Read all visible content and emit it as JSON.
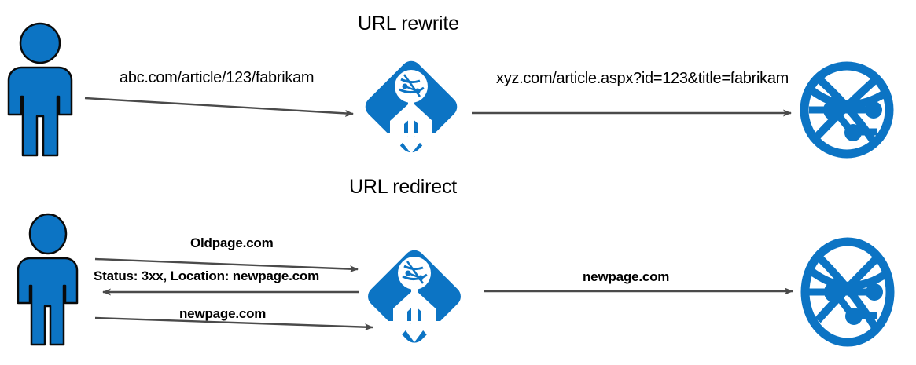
{
  "diagram": {
    "title_top": "URL rewrite",
    "title_bottom": "URL redirect",
    "accent_blue": "#0C74C4",
    "arrow_gray": "#4A4A4A",
    "outline_black": "#0A0A0A",
    "background": "#FFFFFF"
  },
  "rewrite": {
    "section_label": "URL rewrite",
    "client_icon": "person-icon",
    "gateway_icon": "application-gateway-icon",
    "server_icon": "globe-network-icon",
    "request_label": "abc.com/article/123/fabrikam",
    "backend_label": "xyz.com/article.aspx?id=123&title=fabrikam"
  },
  "redirect": {
    "section_label": "URL redirect",
    "client_icon": "person-icon",
    "gateway_icon": "application-gateway-icon",
    "server_icon": "globe-network-icon",
    "messages": [
      {
        "text": "Oldpage.com",
        "direction": "right"
      },
      {
        "text": "Status: 3xx, Location: newpage.com",
        "direction": "left"
      },
      {
        "text": "newpage.com",
        "direction": "right"
      }
    ],
    "backend_label": "newpage.com"
  }
}
